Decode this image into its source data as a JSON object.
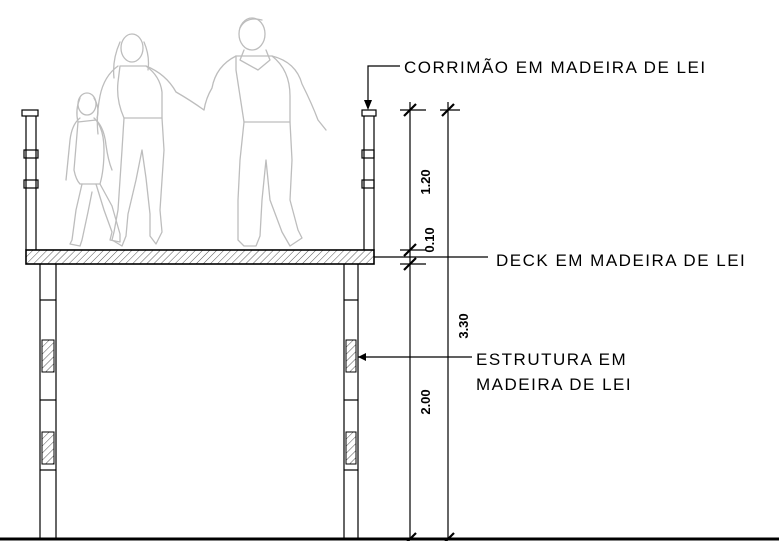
{
  "labels": {
    "handrail": "CORRIMÃO EM MADEIRA DE LEI",
    "deck": "DECK EM MADEIRA DE LEI",
    "structure_line1": "ESTRUTURA EM",
    "structure_line2": "MADEIRA DE LEI"
  },
  "dimensions": {
    "railing_height": "1.20",
    "deck_thickness": "0.10",
    "total_height": "3.30",
    "structure_height": "2.00"
  }
}
